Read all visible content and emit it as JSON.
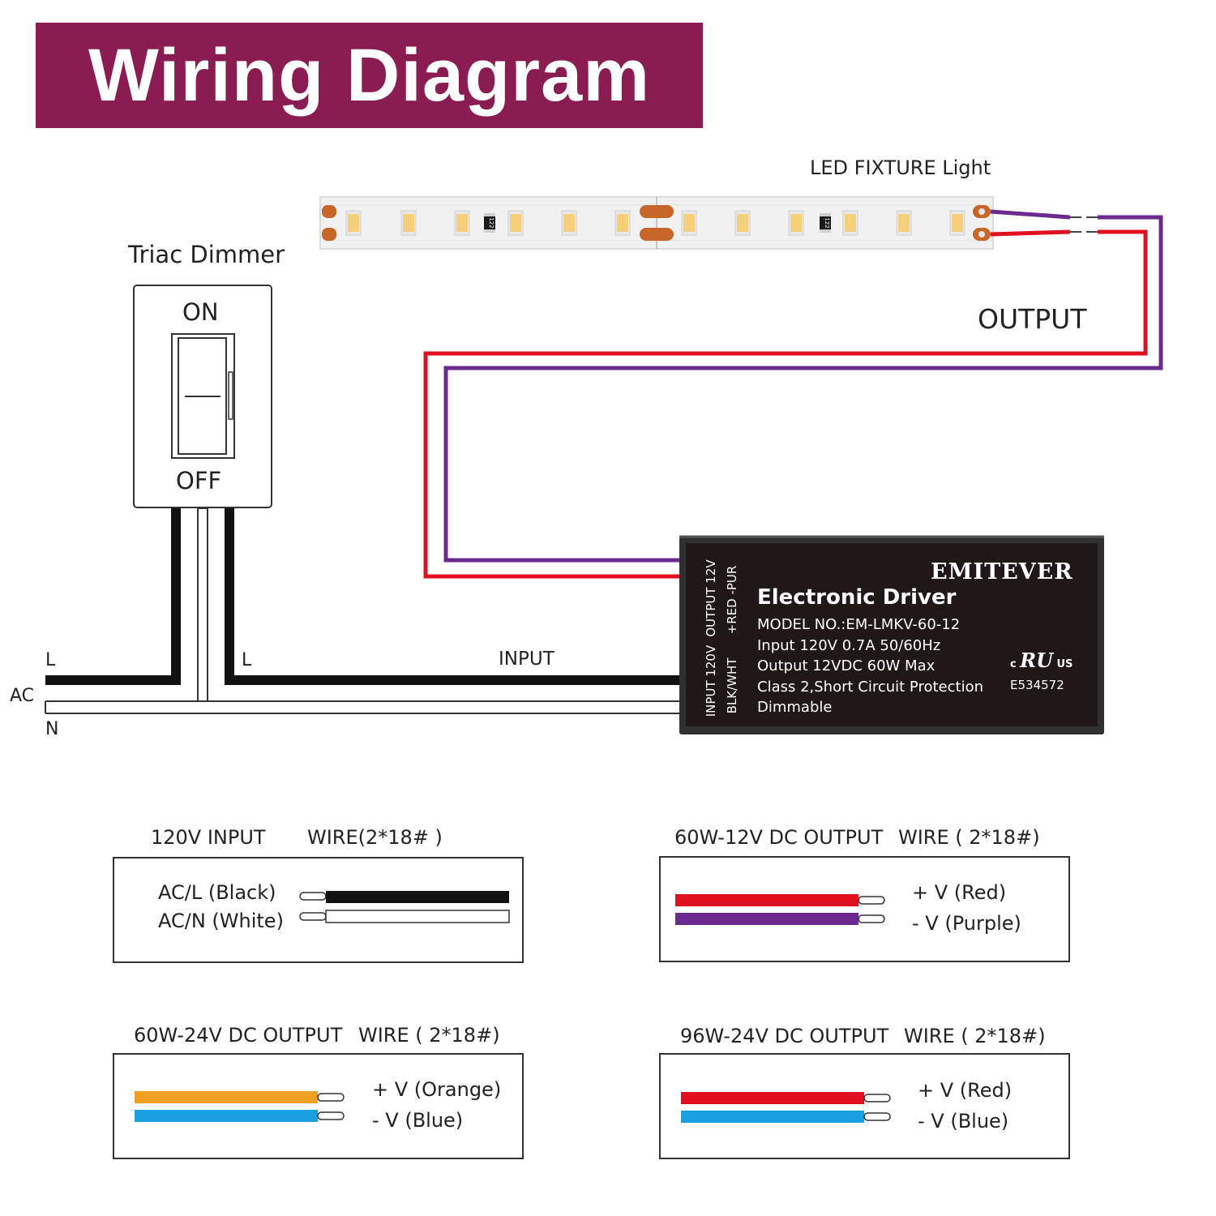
{
  "title": "Wiring Diagram",
  "colors": {
    "banner": "#8b1c52",
    "red_wire": "#e01020",
    "purple_wire": "#6a2a8e",
    "black_wire": "#111111",
    "orange_wire": "#f0a020",
    "blue_wire": "#1aa0e0",
    "led_chip": "#f6cf7a",
    "driver_body": "#201818"
  },
  "diagram": {
    "led_label": "LED FIXTURE Light",
    "led_strip_code": "122",
    "dimmer_title": "Triac Dimmer",
    "dimmer_on": "ON",
    "dimmer_off": "OFF",
    "output_label": "OUTPUT",
    "input_label": "INPUT",
    "ac_label": "AC",
    "l_label_left": "L",
    "l_label_right": "L",
    "n_label": "N"
  },
  "driver": {
    "brand": "EMITEVER",
    "side_output_1": "OUTPUT 12V",
    "side_output_2": "+RED  -PUR",
    "side_input_1": "INPUT 120V",
    "side_input_2": "BLK/WHT",
    "heading": "Electronic Driver",
    "lines": [
      "MODEL NO.:EM-LMKV-60-12",
      "Input 120V 0.7A 50/60Hz",
      "Output 12VDC 60W Max",
      "Class 2,Short Circuit Protection",
      "Dimmable"
    ],
    "cert_mark": "c",
    "cert_symbol": "RU",
    "cert_us": "US",
    "cert_number": "E534572"
  },
  "legends": [
    {
      "title": "120V INPUT",
      "wire": "WIRE(2*18# )",
      "labels": [
        "AC/L (Black)",
        "AC/N (White)"
      ]
    },
    {
      "title": "60W-12V DC OUTPUT",
      "wire": "WIRE ( 2*18#)",
      "labels": [
        "+ V (Red)",
        "- V (Purple)"
      ]
    },
    {
      "title": "60W-24V DC OUTPUT",
      "wire": "WIRE ( 2*18#)",
      "labels": [
        "+ V (Orange)",
        "- V (Blue)"
      ]
    },
    {
      "title": "96W-24V DC OUTPUT",
      "wire": "WIRE ( 2*18#)",
      "labels": [
        "+ V (Red)",
        "- V (Blue)"
      ]
    }
  ]
}
